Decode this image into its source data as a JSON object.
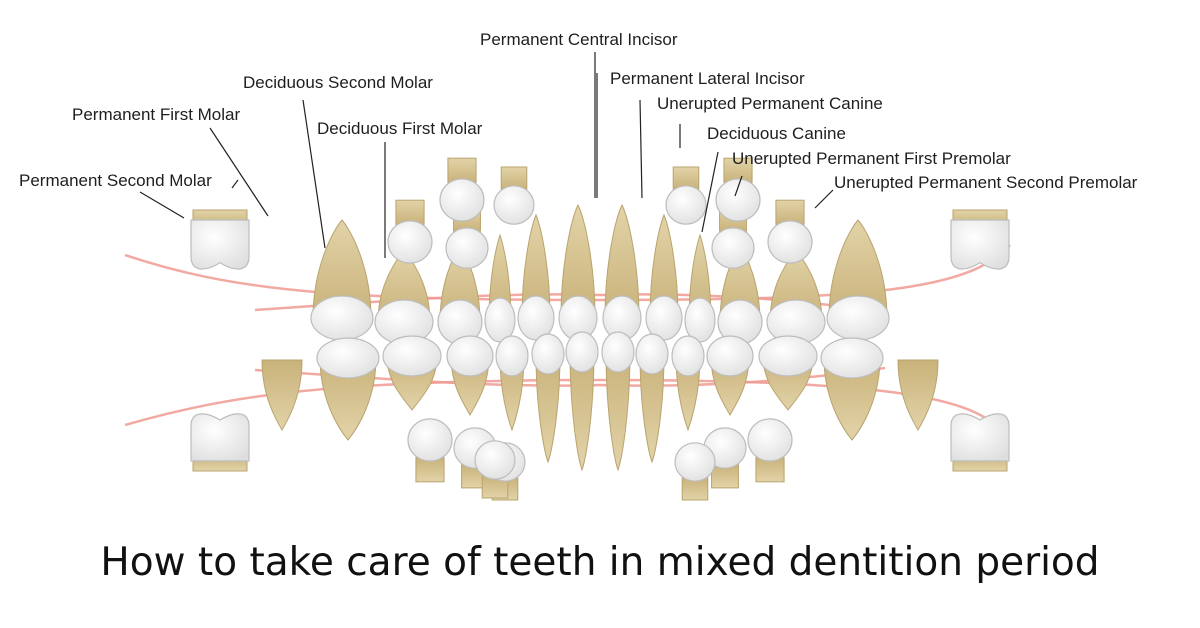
{
  "title": "How to take care of teeth in mixed dentition period",
  "labels": {
    "permanent_central_incisor": "Permanent Central Incisor",
    "permanent_lateral_incisor": "Permanent Lateral Incisor",
    "unerupted_permanent_canine": "Unerupted Permanent Canine",
    "deciduous_canine": "Deciduous Canine",
    "unerupted_permanent_first_premolar": "Unerupted Permanent First Premolar",
    "unerupted_permanent_second_premolar": "Unerupted Permanent Second Premolar",
    "deciduous_second_molar": "Deciduous Second Molar",
    "deciduous_first_molar": "Deciduous First Molar",
    "permanent_first_molar": "Permanent First Molar",
    "permanent_second_molar": "Permanent Second Molar"
  },
  "colors": {
    "crown": "#f4f4f4",
    "root": "#d8c79a",
    "gum_line": "#ee9a92",
    "leader_line": "#222222"
  }
}
